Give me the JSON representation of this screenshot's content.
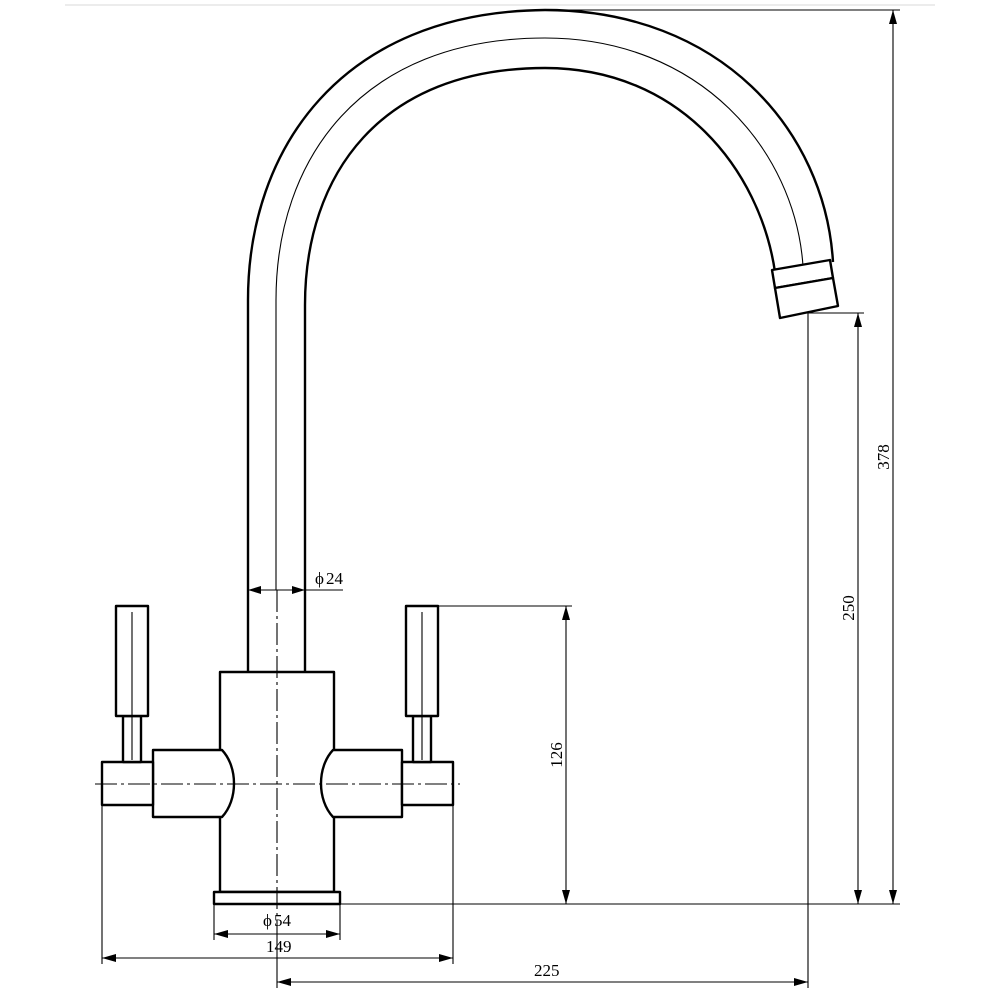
{
  "drawing": {
    "dimensions": {
      "total_height": "378",
      "spout_height": "250",
      "lever_height": "126",
      "spout_diameter": "24",
      "base_diameter": "54",
      "lever_width": "149",
      "spout_reach": "225"
    },
    "diameter_symbol": "ϕ"
  }
}
